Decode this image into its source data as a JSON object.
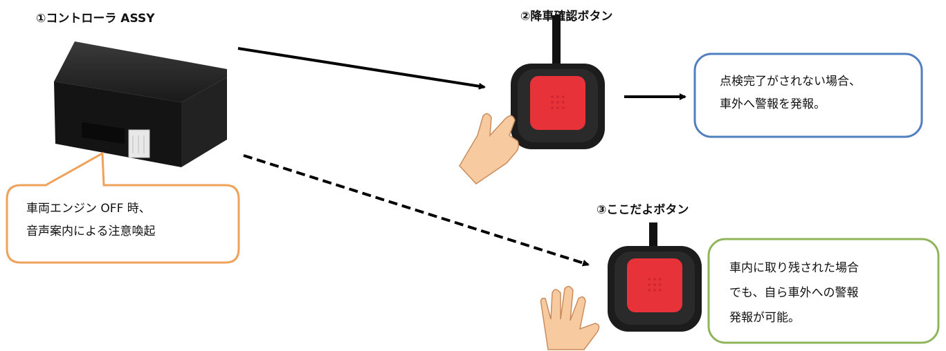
{
  "labels": {
    "controller": "①コントローラ ASSY",
    "alight_button": "②降車確認ボタン",
    "here_button": "③ここだよボタン"
  },
  "notes": {
    "controller_lines": [
      "車両エンジン OFF 時、",
      "音声案内による注意喚起"
    ],
    "alight_lines": [
      "点検完了がされない場合、",
      "車外へ警報を発報。"
    ],
    "here_lines": [
      "車内に取り残された場合",
      "でも、自ら車外への警報",
      "発報が可能。"
    ]
  },
  "colors": {
    "orange_callout": "#f0a25a",
    "blue_box": "#4f7fbf",
    "green_box": "#8fb55a",
    "button_red": "#e8323a",
    "button_body": "#1c1c1c"
  }
}
